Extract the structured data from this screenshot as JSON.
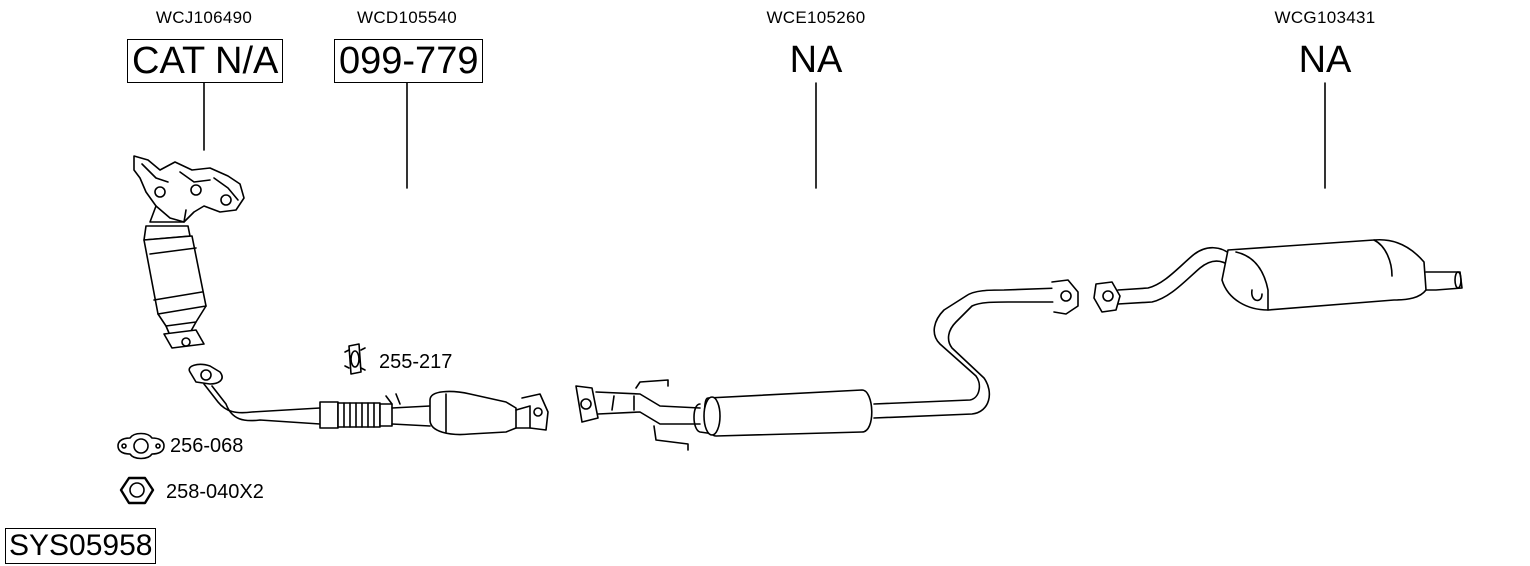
{
  "sections": [
    {
      "code": "WCJ106490",
      "part": "CAT N/A",
      "boxed": true
    },
    {
      "code": "WCD105540",
      "part": "099-779",
      "boxed": true
    },
    {
      "code": "WCE105260",
      "part": "NA",
      "boxed": false
    },
    {
      "code": "WCG103431",
      "part": "NA",
      "boxed": false
    }
  ],
  "accessories": [
    {
      "icon": "rubber-hanger-icon",
      "label": "255-217"
    },
    {
      "icon": "gasket-ring-icon",
      "label": "256-068"
    },
    {
      "icon": "hex-nut-icon",
      "label": "258-040X2"
    }
  ],
  "system_code": "SYS05958"
}
